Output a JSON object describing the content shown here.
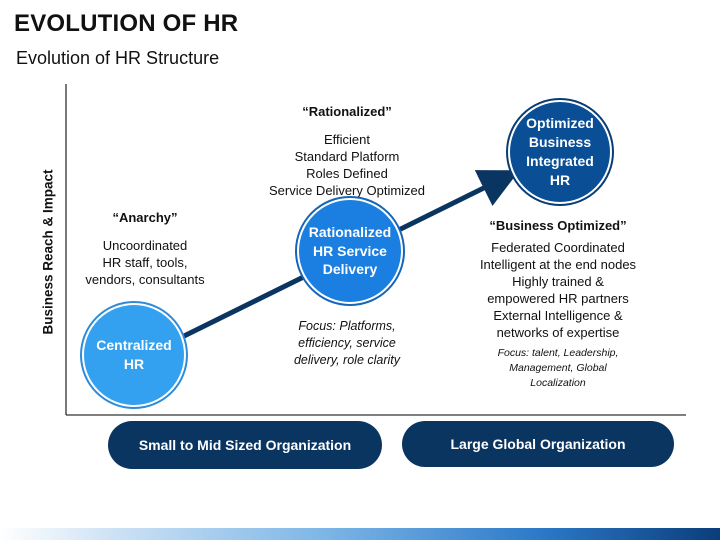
{
  "header": {
    "title": "EVOLUTION OF HR",
    "subtitle": "Evolution of HR Structure"
  },
  "axis": {
    "y_label": "Business Reach & Impact"
  },
  "stages": [
    {
      "circle_lines": [
        "Centralized",
        "HR"
      ],
      "heading": "“Anarchy”",
      "lines": [
        "Uncoordinated",
        "HR staff, tools,",
        "vendors, consultants"
      ]
    },
    {
      "circle_lines": [
        "Rationalized",
        "HR Service",
        "Delivery"
      ],
      "heading": "“Rationalized”",
      "lines": [
        "Efficient",
        "Standard Platform",
        "Roles Defined",
        "Service Delivery Optimized"
      ],
      "focus_lines": [
        "Focus: Platforms,",
        "efficiency, service",
        "delivery, role clarity"
      ]
    },
    {
      "circle_lines": [
        "Optimized",
        "Business",
        "Integrated",
        "HR"
      ],
      "heading": "“Business Optimized”",
      "lines": [
        "Federated Coordinated",
        "Intelligent at the end nodes",
        "Highly trained &",
        "empowered HR partners",
        "External Intelligence &",
        "networks of expertise"
      ],
      "focus_lines": [
        "Focus: talent, Leadership,",
        "Management, Global",
        "Localization"
      ]
    }
  ],
  "segments": [
    {
      "label": "Small to Mid Sized Organization"
    },
    {
      "label": "Large Global Organization"
    }
  ],
  "colors": {
    "circle_1": "#33a1f0",
    "circle_2": "#1a7fe0",
    "circle_3": "#0a4f95",
    "arrow": "#0b3561",
    "pill": "#0b3561"
  }
}
